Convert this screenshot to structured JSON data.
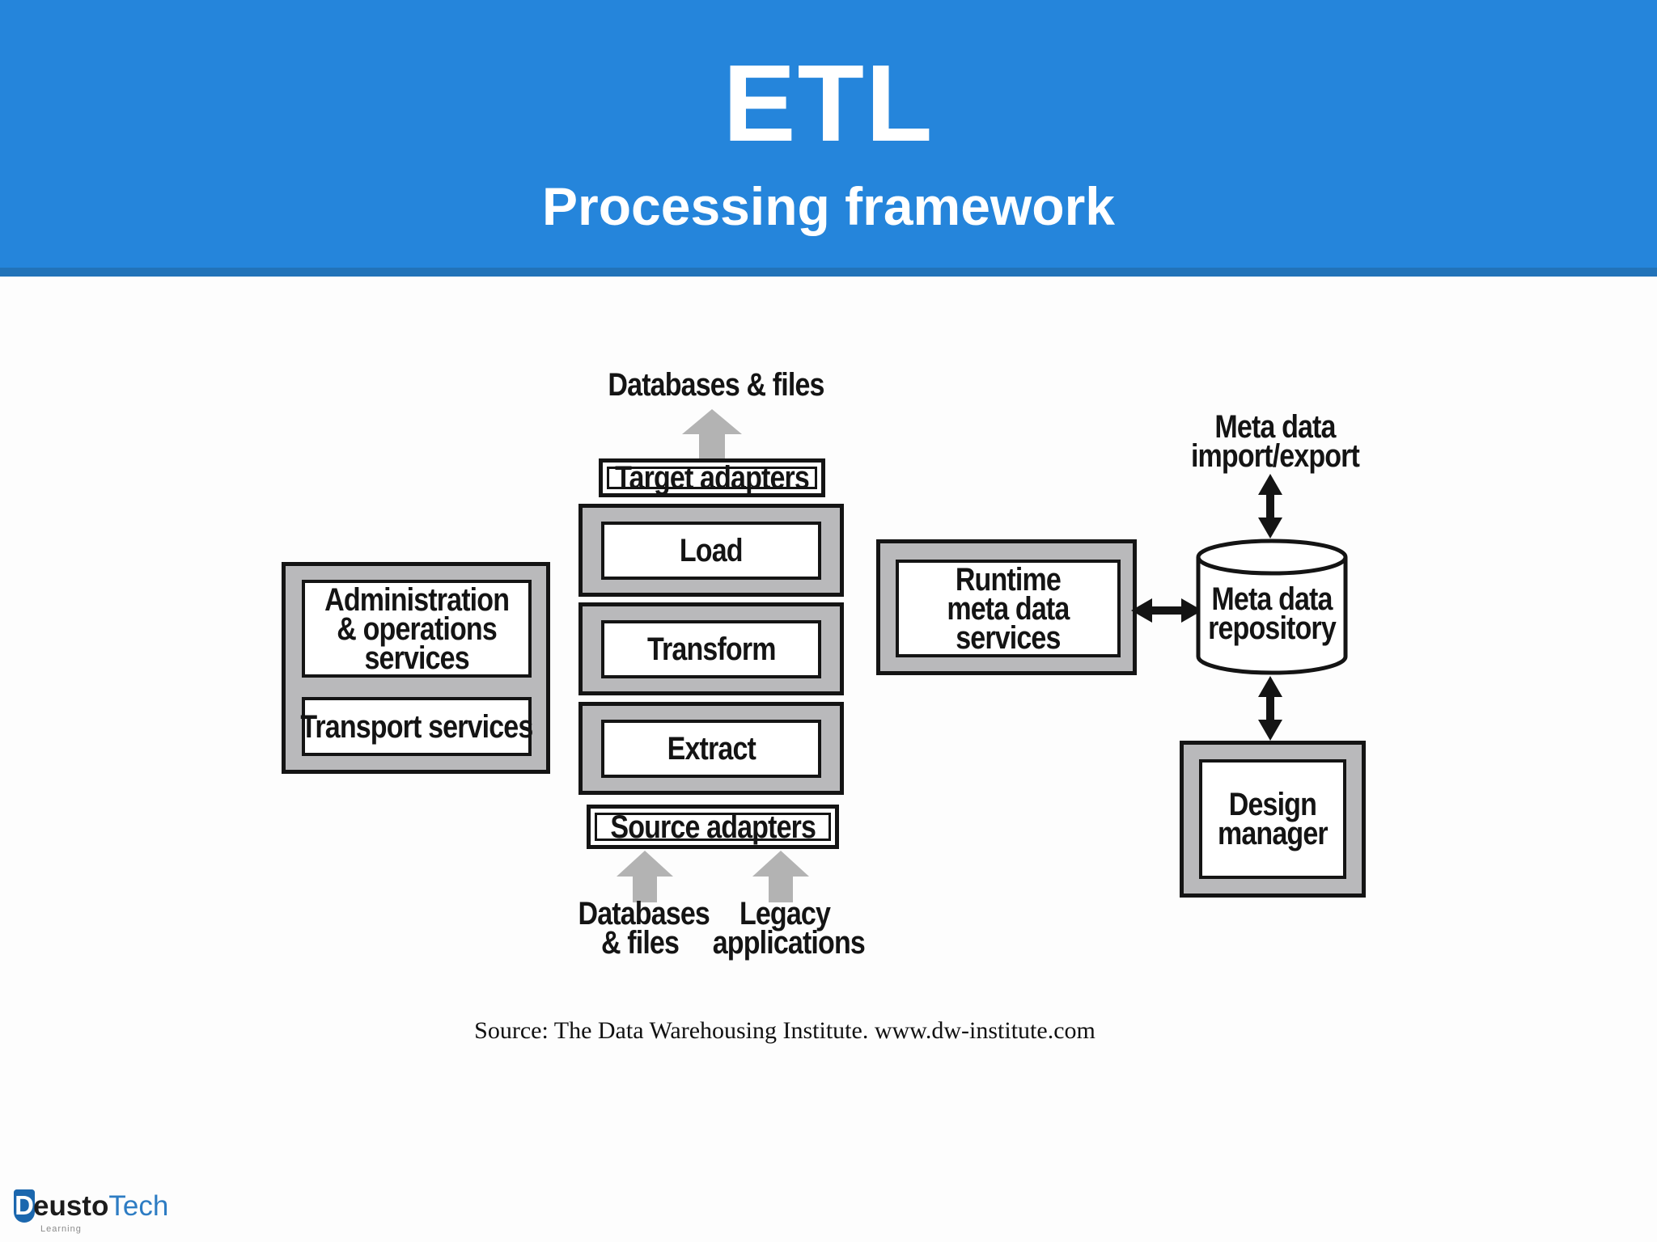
{
  "header": {
    "title": "ETL",
    "subtitle": "Processing framework"
  },
  "diagram": {
    "output_label": "Databases & files",
    "target_adapters": "Target adapters",
    "etl_steps": [
      "Load",
      "Transform",
      "Extract"
    ],
    "source_adapters": "Source adapters",
    "input_label_databases": [
      "Databases",
      "& files"
    ],
    "input_label_legacy": [
      "Legacy",
      "applications"
    ],
    "admin_services": [
      "Administration",
      "& operations",
      "services"
    ],
    "transport_services": "Transport services",
    "runtime_services": [
      "Runtime",
      "meta data",
      "services"
    ],
    "meta_import_export": [
      "Meta data",
      "import/export"
    ],
    "meta_repository": [
      "Meta data",
      "repository"
    ],
    "design_manager": [
      "Design",
      "manager"
    ]
  },
  "source_note": "Source: The Data Warehousing Institute. www.dw-institute.com",
  "logo": {
    "initial": "D",
    "name_black": "eusto",
    "name_blue": "Tech",
    "tagline": "Learning"
  },
  "colors": {
    "header_bg": "#2585db",
    "header_strip": "#2273b9",
    "box_gray": "#b9b9bb",
    "arrow_gray": "#b3b3b3",
    "ink": "#141414",
    "logo_blue": "#1b67ae",
    "logo_tech_blue": "#2d7cc3"
  }
}
